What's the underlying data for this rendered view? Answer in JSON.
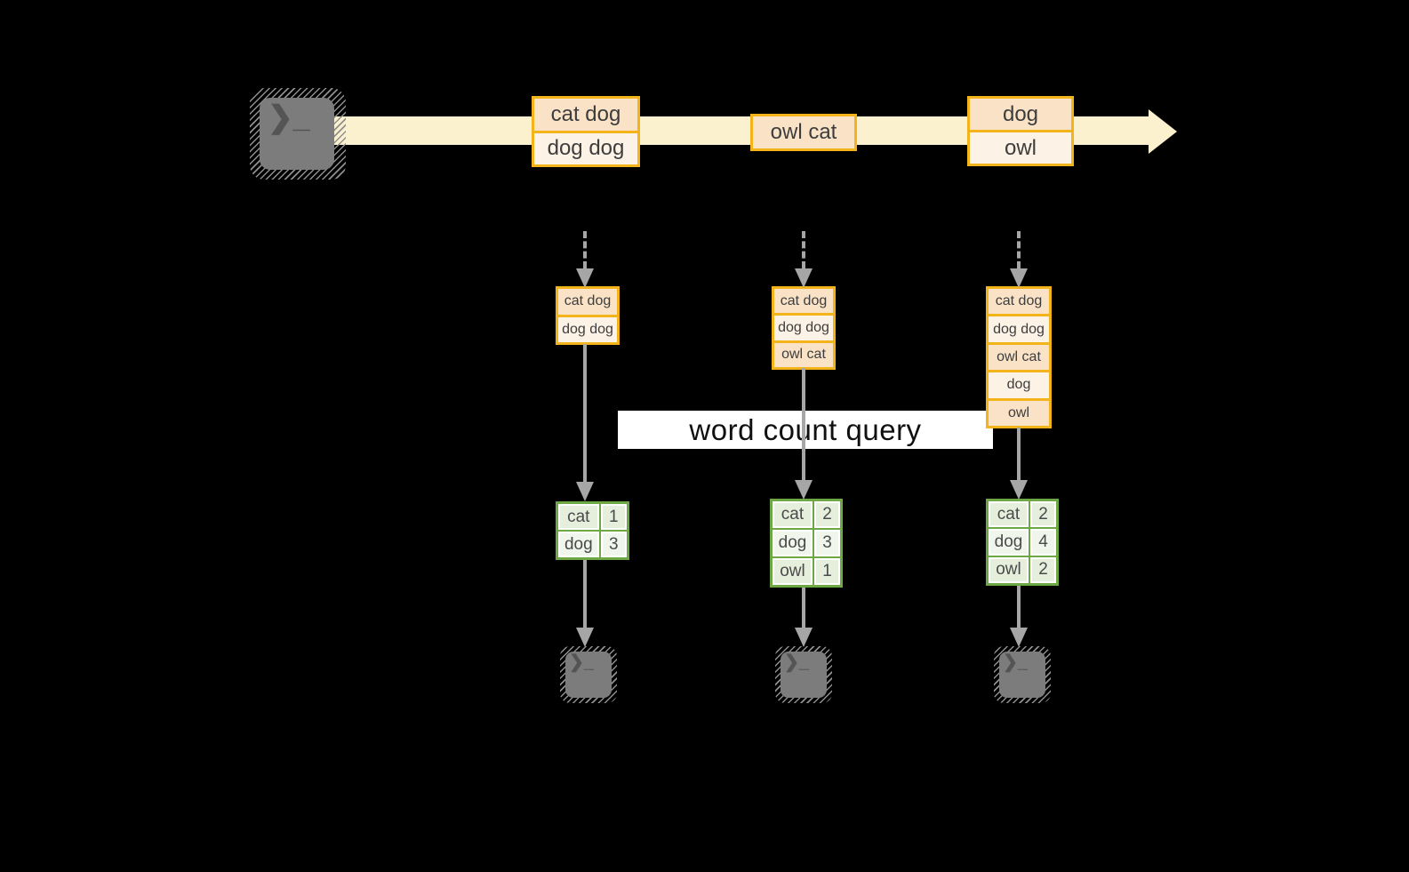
{
  "title": "structured streaming word count diagram",
  "query_label": "word count query",
  "stream": {
    "batches": [
      {
        "lines": [
          "cat dog",
          "dog dog"
        ]
      },
      {
        "lines": [
          "owl cat"
        ]
      },
      {
        "lines": [
          "dog",
          "owl"
        ]
      }
    ]
  },
  "states": [
    {
      "lines": [
        "cat dog",
        "dog dog"
      ]
    },
    {
      "lines": [
        "cat dog",
        "dog dog",
        "owl cat"
      ]
    },
    {
      "lines": [
        "cat dog",
        "dog dog",
        "owl cat",
        "dog",
        "owl"
      ]
    }
  ],
  "results": [
    {
      "rows": [
        [
          "cat",
          "1"
        ],
        [
          "dog",
          "3"
        ]
      ]
    },
    {
      "rows": [
        [
          "cat",
          "2"
        ],
        [
          "dog",
          "3"
        ],
        [
          "owl",
          "1"
        ]
      ]
    },
    {
      "rows": [
        [
          "cat",
          "2"
        ],
        [
          "dog",
          "4"
        ],
        [
          "owl",
          "2"
        ]
      ]
    }
  ],
  "icons": {
    "terminal_chevron": "❯",
    "terminal_underscore": "_"
  },
  "colors": {
    "background": "#000000",
    "stream_band": "#FBF1CF",
    "box_border": "#F2B31B",
    "box_fill_dark": "#FAE2C7",
    "box_fill_light": "#FDF2E6",
    "table_border": "#6DA845",
    "table_fill_dark": "#E6EEDC",
    "table_fill_light": "#F1F6EC",
    "arrow_gray": "#A6A6A6",
    "terminal_gray": "#7C7C7C",
    "query_band_bg": "#FFFFFF"
  }
}
